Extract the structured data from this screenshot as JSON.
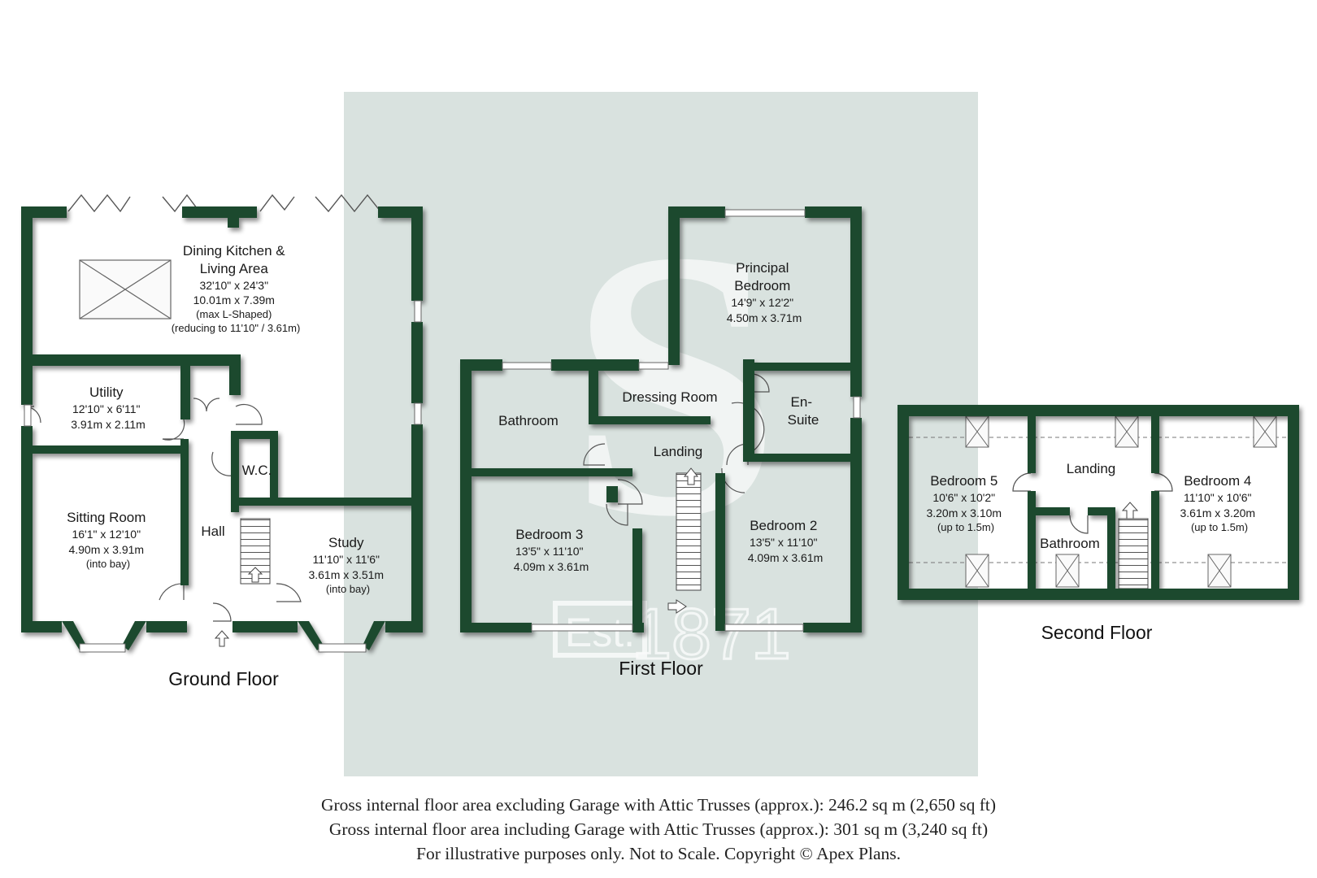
{
  "colors": {
    "wall": "#1f4a2e",
    "panel": "#d9e2df",
    "text": "#1a1a1a"
  },
  "watermark": {
    "letter": "S",
    "est": "Est.",
    "year": "1871"
  },
  "floors": {
    "ground": {
      "title": "Ground Floor",
      "rooms": {
        "dining": [
          "Dining Kitchen &",
          "Living Area",
          "32'10\" x 24'3\"",
          "10.01m x 7.39m",
          "(max L-Shaped)",
          "(reducing to 11'10\" / 3.61m)"
        ],
        "utility": [
          "Utility",
          "12'10\" x 6'11\"",
          "3.91m x 2.11m"
        ],
        "wc": [
          "W.C."
        ],
        "sitting": [
          "Sitting Room",
          "16'1\" x 12'10\"",
          "4.90m x 3.91m",
          "(into bay)"
        ],
        "hall": [
          "Hall"
        ],
        "study": [
          "Study",
          "11'10\" x 11'6\"",
          "3.61m x 3.51m",
          "(into bay)"
        ]
      }
    },
    "first": {
      "title": "First Floor",
      "rooms": {
        "principal": [
          "Principal",
          "Bedroom",
          "14'9\" x 12'2\"",
          "4.50m x 3.71m"
        ],
        "dressing": [
          "Dressing Room"
        ],
        "ensuite": [
          "En-",
          "Suite"
        ],
        "bathroom": [
          "Bathroom"
        ],
        "landing": [
          "Landing"
        ],
        "bedroom3": [
          "Bedroom 3",
          "13'5\" x 11'10\"",
          "4.09m x 3.61m"
        ],
        "bedroom2": [
          "Bedroom 2",
          "13'5\" x 11'10\"",
          "4.09m x 3.61m"
        ]
      }
    },
    "second": {
      "title": "Second Floor",
      "rooms": {
        "bedroom5": [
          "Bedroom 5",
          "10'6\" x 10'2\"",
          "3.20m x 3.10m",
          "(up to 1.5m)"
        ],
        "landing": [
          "Landing"
        ],
        "bathroom": [
          "Bathroom"
        ],
        "bedroom4": [
          "Bedroom 4",
          "11'10\" x 10'6\"",
          "3.61m x 3.20m",
          "(up to 1.5m)"
        ]
      }
    }
  },
  "footer": [
    "Gross internal floor area excluding Garage with Attic Trusses (approx.): 246.2 sq m (2,650 sq ft)",
    "Gross internal floor area including Garage with Attic Trusses (approx.): 301 sq m (3,240 sq ft)",
    "For illustrative purposes only. Not to Scale. Copyright © Apex Plans."
  ]
}
